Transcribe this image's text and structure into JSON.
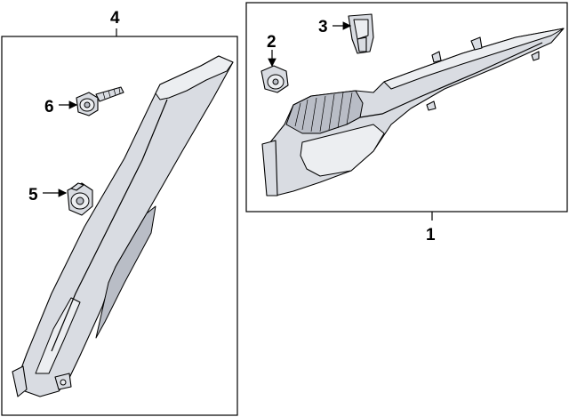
{
  "callouts": {
    "c1": "1",
    "c2": "2",
    "c3": "3",
    "c4": "4",
    "c5": "5",
    "c6": "6"
  },
  "colors": {
    "line": "#000000",
    "part_fill": "#d9dce2",
    "background": "#ffffff"
  }
}
